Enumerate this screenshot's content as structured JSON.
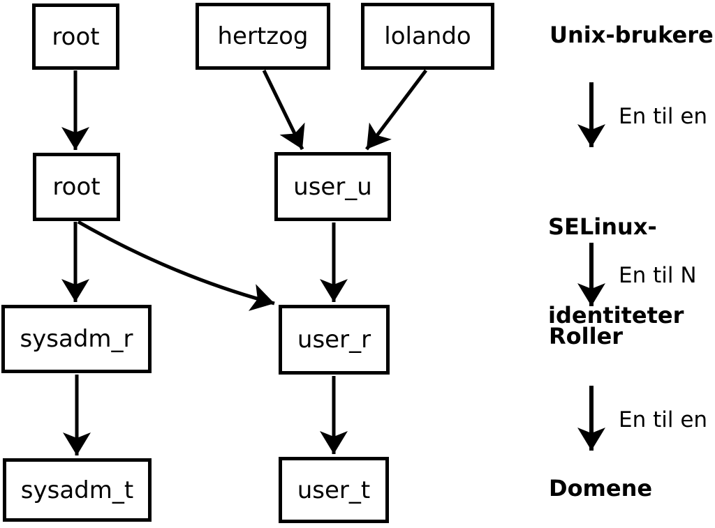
{
  "nodes": {
    "unix_root": {
      "label": "root"
    },
    "hertzog": {
      "label": "hertzog"
    },
    "lolando": {
      "label": "lolando"
    },
    "selinux_root": {
      "label": "root"
    },
    "user_u": {
      "label": "user_u"
    },
    "sysadm_r": {
      "label": "sysadm_r"
    },
    "user_r": {
      "label": "user_r"
    },
    "sysadm_t": {
      "label": "sysadm_t"
    },
    "user_t": {
      "label": "user_t"
    }
  },
  "edges": [
    {
      "from": "unix_root",
      "to": "selinux_root"
    },
    {
      "from": "hertzog",
      "to": "user_u"
    },
    {
      "from": "lolando",
      "to": "user_u"
    },
    {
      "from": "selinux_root",
      "to": "sysadm_r"
    },
    {
      "from": "selinux_root",
      "to": "user_r"
    },
    {
      "from": "user_u",
      "to": "user_r"
    },
    {
      "from": "sysadm_r",
      "to": "sysadm_t"
    },
    {
      "from": "user_r",
      "to": "user_t"
    }
  ],
  "legend": {
    "level1": "Unix-brukere",
    "relation1": "En til en",
    "level2_line1": "SELinux-",
    "level2_line2": "identiteter",
    "relation2": "En til N",
    "level3": "Roller",
    "relation3": "En til en",
    "level4": "Domene"
  },
  "colors": {
    "line": "#000000",
    "background": "#ffffff",
    "box_fill": "#ffffff"
  }
}
